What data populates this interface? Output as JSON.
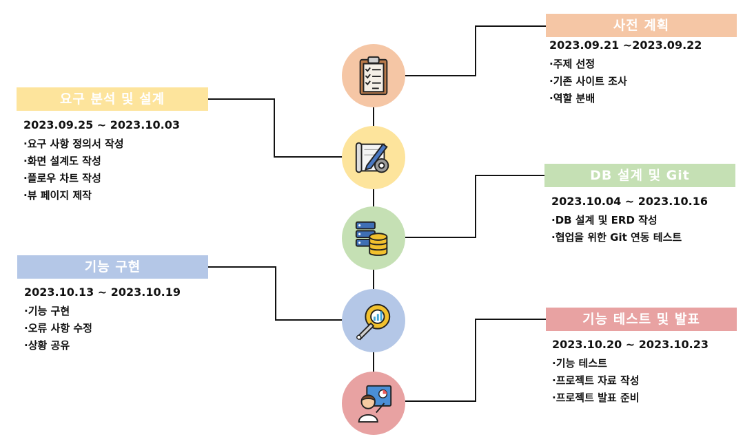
{
  "colors": {
    "peach": "#F5C6A5",
    "yellow": "#FDE49C",
    "green": "#C5E0B4",
    "blue": "#B4C7E7",
    "red": "#E8A2A2"
  },
  "phases": [
    {
      "title": "사전 계획",
      "date": "2023.09.21 ~2023.09.22",
      "items": [
        "·주제 선정",
        "·기존 사이트 조사",
        "·역할 분배"
      ],
      "icon": "clipboard-checklist-icon"
    },
    {
      "title": "요구 분석 및 설계",
      "date": "2023.09.25 ~ 2023.10.03",
      "items": [
        "·요구 사항 정의서 작성",
        "·화면 설계도 작성",
        "·플로우 차트 작성",
        "·뷰 페이지 제작"
      ],
      "icon": "blueprint-gear-icon"
    },
    {
      "title": "DB 설계 및 Git",
      "date": "2023.10.04 ~ 2023.10.16",
      "items": [
        "·DB 설계 및 ERD 작성",
        "·협업을 위한 Git 연동 테스트"
      ],
      "icon": "database-server-icon"
    },
    {
      "title": "기능 구현",
      "date": "2023.10.13 ~ 2023.10.19",
      "items": [
        "·기능 구현",
        "·오류 사항 수정",
        "·상황 공유"
      ],
      "icon": "wrench-gear-icon"
    },
    {
      "title": "기능 테스트 및 발표",
      "date": "2023.10.20 ~ 2023.10.23",
      "items": [
        "·기능 테스트",
        "·프로젝트 자료 작성",
        "·프로젝트 발표 준비"
      ],
      "icon": "presenter-icon"
    }
  ]
}
